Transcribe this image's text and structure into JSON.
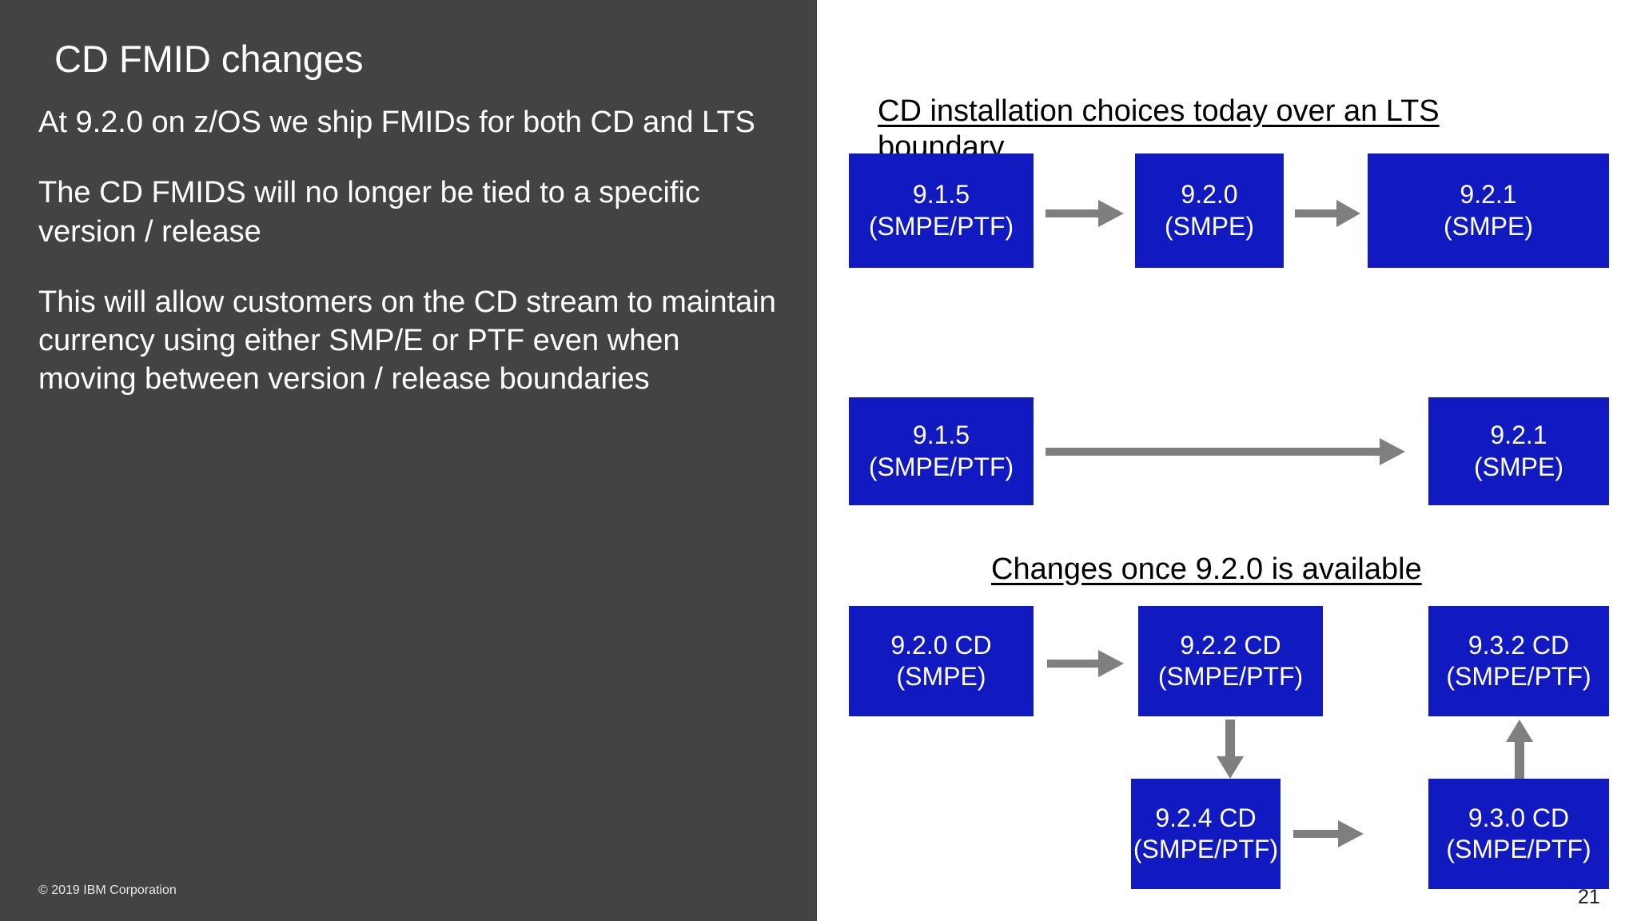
{
  "slide": {
    "title": "CD FMID changes",
    "page_number": "21",
    "copyright": "© 2019 IBM Corporation",
    "colors": {
      "left_panel_background": "#434343",
      "right_panel_background": "#ffffff",
      "node_fill": "#1119c0",
      "node_text": "#ffffff",
      "arrow": "#7f7f7f",
      "title_text": "#ffffff",
      "heading_text": "#000000"
    }
  },
  "body_paragraphs": [
    "At 9.2.0 on z/OS we ship FMIDs for both CD and LTS",
    "The CD FMIDS will no longer be tied to a specific version / release",
    "This will allow customers on the CD stream to maintain currency using either SMP/E or PTF even when moving between version / release boundaries"
  ],
  "diagrams": {
    "today": {
      "heading": "CD installation choices today over an LTS boundary",
      "row1": [
        {
          "line1": "9.1.5",
          "line2": "(SMPE/PTF)"
        },
        {
          "line1": "9.2.0",
          "line2": "(SMPE)"
        },
        {
          "line1": "9.2.1",
          "line2": "(SMPE)"
        }
      ],
      "row2": [
        {
          "line1": "9.1.5",
          "line2": "(SMPE/PTF)"
        },
        {
          "line1": "9.2.1",
          "line2": "(SMPE)"
        }
      ]
    },
    "future": {
      "heading": "Changes once 9.2.0 is available",
      "row1": [
        {
          "line1": "9.2.0 CD",
          "line2": "(SMPE)"
        },
        {
          "line1": "9.2.2 CD",
          "line2": "(SMPE/PTF)"
        },
        {
          "line1": "9.3.2 CD",
          "line2": "(SMPE/PTF)"
        }
      ],
      "row2": [
        {
          "line1": "9.2.4 CD",
          "line2": "(SMPE/PTF)"
        },
        {
          "line1": "9.3.0 CD",
          "line2": "(SMPE/PTF)"
        }
      ]
    }
  },
  "arrow_icons": {
    "right": "arrow-right-icon",
    "down": "arrow-down-icon",
    "up": "arrow-up-icon"
  }
}
